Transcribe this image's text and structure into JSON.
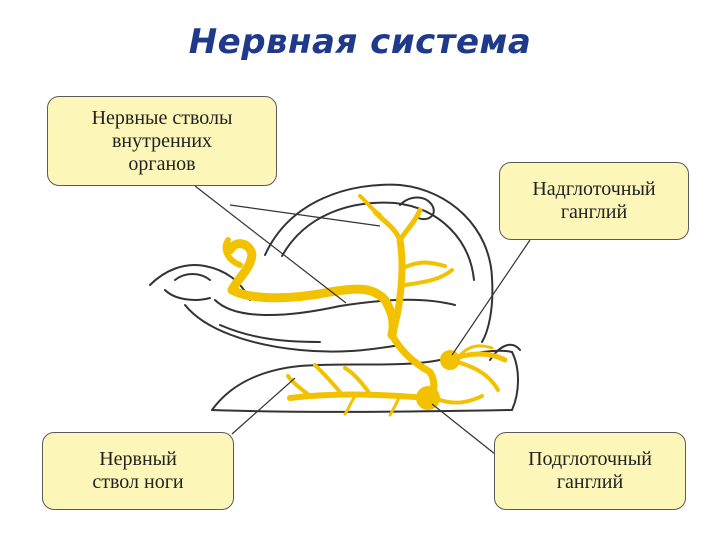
{
  "title": "Нервная система",
  "labels": {
    "trunks": {
      "line1": "Нервные стволы",
      "line2": "внутренних",
      "line3": "органов"
    },
    "supra": {
      "line1": "Надглоточный",
      "line2": "ганглий"
    },
    "foot": {
      "line1": "Нервный",
      "line2": "ствол ноги"
    },
    "sub": {
      "line1": "Подглоточный",
      "line2": "ганглий"
    }
  },
  "colors": {
    "nerve": "#f2c200",
    "outline": "#333333",
    "title": "#1f3a8a",
    "box_fill": "#fcf6b8"
  }
}
